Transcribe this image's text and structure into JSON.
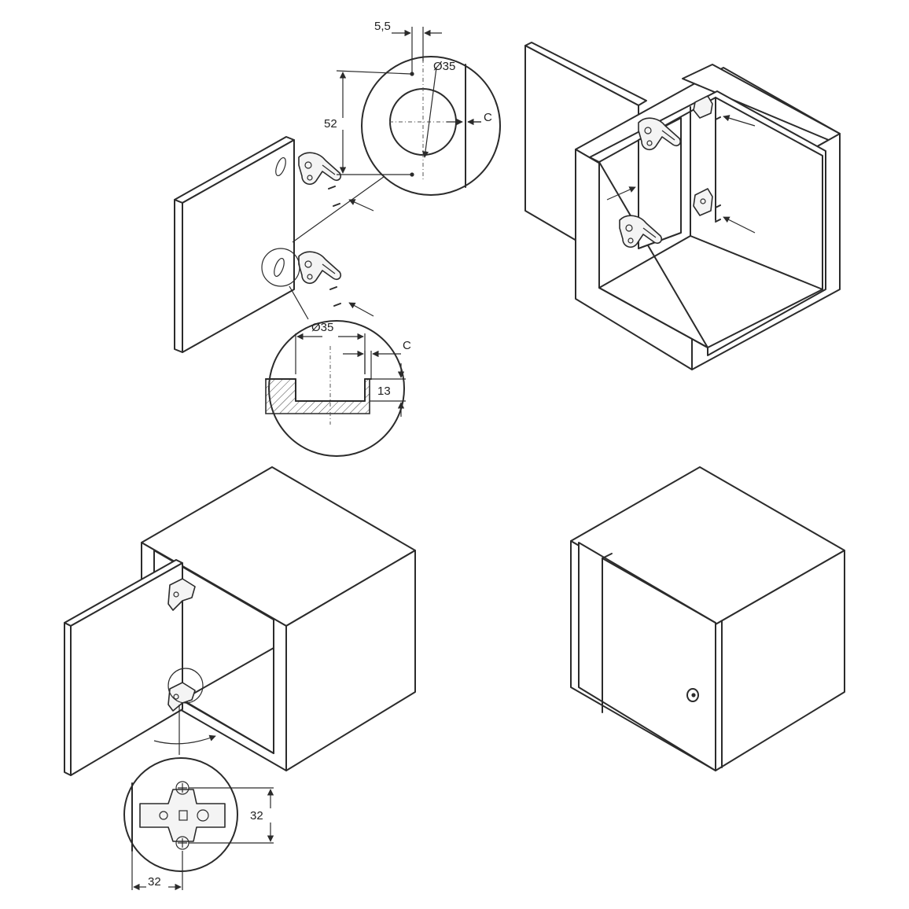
{
  "dimensions": {
    "top_offset": "5,5",
    "hole_diameter_front": "Ø35",
    "hole_spacing": "52",
    "edge_distance_front": "C",
    "hole_diameter_section": "Ø35",
    "edge_distance_section": "C",
    "cup_depth": "13",
    "plate_height": "32",
    "plate_offset": "32"
  },
  "colors": {
    "line": "#2b2b2b",
    "background": "#ffffff"
  },
  "icons": [
    "hinge-icon",
    "mounting-plate-icon"
  ]
}
